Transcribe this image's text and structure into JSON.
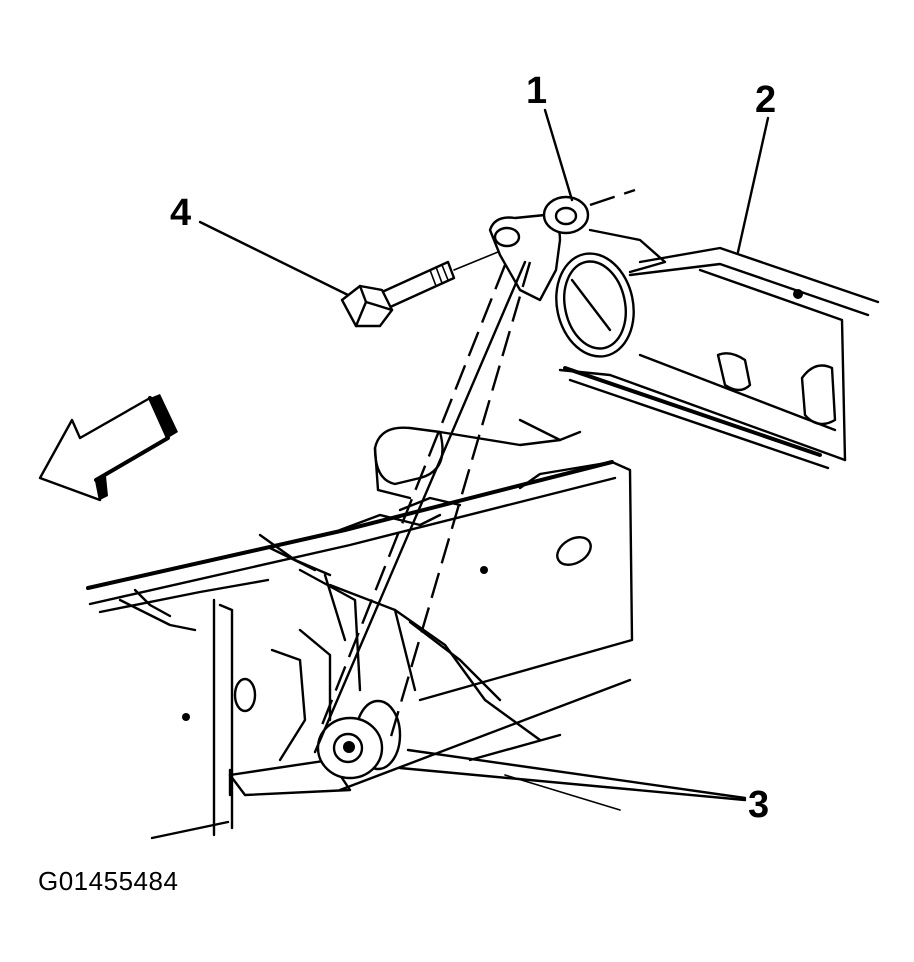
{
  "callouts": {
    "c1": "1",
    "c2": "2",
    "c3": "3",
    "c4": "4"
  },
  "figure_code": "G01455484",
  "colors": {
    "line": "#000000",
    "background": "#ffffff"
  }
}
